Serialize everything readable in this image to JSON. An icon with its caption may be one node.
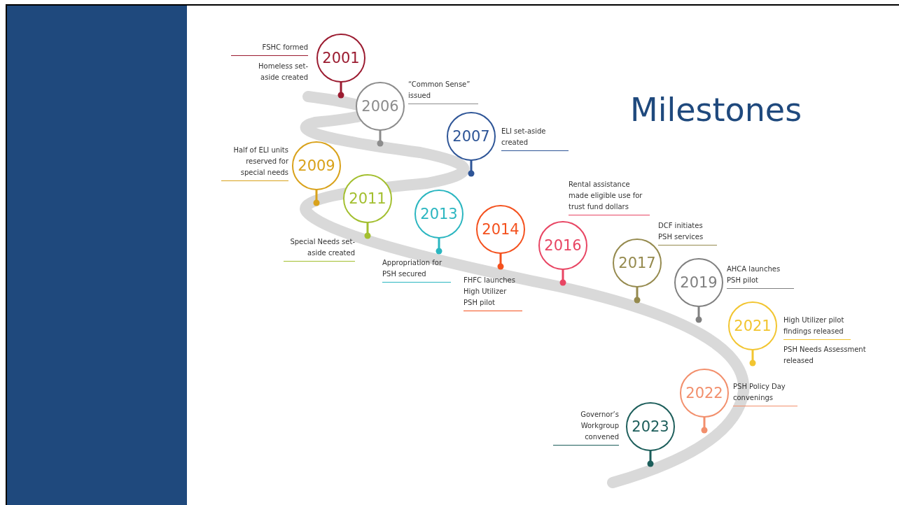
{
  "diagram": {
    "title": "Milestones",
    "nodes": [
      {
        "text": [
          "2001"
        ],
        "beside": [
          "FSHC formed",
          "Homeless set-aside created"
        ]
      },
      {
        "text": [
          "2006"
        ],
        "beside": [
          "“Common Sense” issued"
        ]
      },
      {
        "text": [
          "2007"
        ],
        "beside": [
          "ELI set-aside created"
        ]
      },
      {
        "text": [
          "2009"
        ],
        "beside": [
          "Half of ELI units reserved for special needs"
        ]
      },
      {
        "text": [
          "2011"
        ],
        "beside": [
          "Special Needs set-aside created"
        ]
      },
      {
        "text": [
          "2013"
        ],
        "beside": [
          "Appropriation for PSH secured"
        ]
      },
      {
        "text": [
          "2014"
        ],
        "beside": [
          "FHFC launches High Utilizer PSH pilot"
        ]
      },
      {
        "text": [
          "2016"
        ],
        "beside": [
          "Rental assistance made eligible use for trust fund dollars"
        ]
      },
      {
        "text": [
          "2017"
        ],
        "beside": [
          "DCF initiates PSH services"
        ]
      },
      {
        "text": [
          "2019"
        ],
        "beside": [
          "AHCA launches PSH pilot"
        ]
      },
      {
        "text": [
          "2021"
        ],
        "beside": [
          "High Utilizer pilot findings released",
          "PSH Needs Assessment released"
        ]
      },
      {
        "text": [
          "2022"
        ],
        "beside": [
          "PSH Policy Day convenings"
        ]
      },
      {
        "text": [
          "2023"
        ],
        "beside": [
          "Governor’s Workgroup convened"
        ]
      }
    ]
  }
}
